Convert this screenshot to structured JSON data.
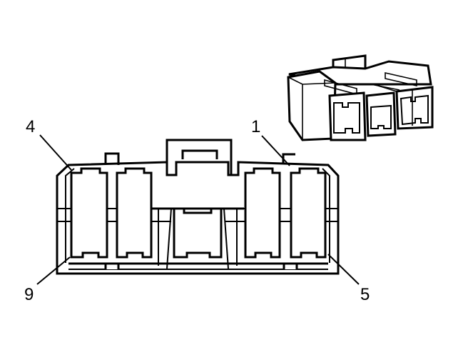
{
  "pin_labels": {
    "top_left": "4",
    "top_right": "1",
    "bottom_left": "9",
    "bottom_right": "5"
  }
}
